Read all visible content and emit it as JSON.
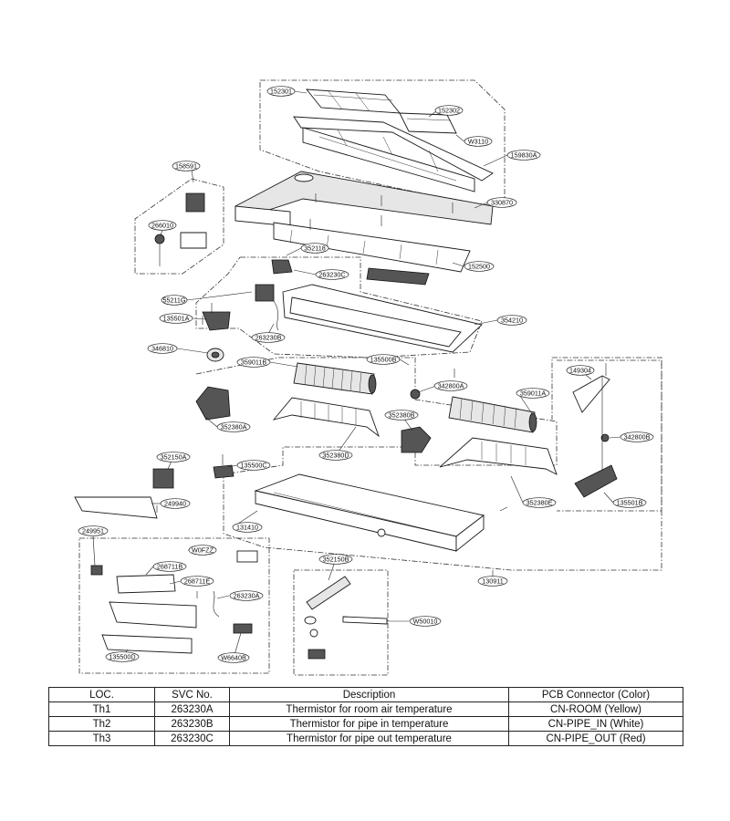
{
  "diagram": {
    "part_labels": [
      "152301",
      "152302",
      "W3110",
      "159830A",
      "158591",
      "330870",
      "266010",
      "352118",
      "152500",
      "263230C",
      "55211G",
      "135501A",
      "354210",
      "263230B",
      "346810",
      "359011B",
      "135500B",
      "342800A",
      "149304",
      "359011A",
      "352380A",
      "352380B",
      "352380D",
      "342800B",
      "352150A",
      "135500C",
      "352380E",
      "249940",
      "135501B",
      "131410",
      "249951",
      "W0FZZ",
      "268711B",
      "268711E",
      "352150B",
      "130911",
      "263230A",
      "W50010",
      "135500D",
      "W6640B"
    ]
  },
  "table": {
    "headers": [
      "LOC.",
      "SVC No.",
      "Description",
      "PCB Connector (Color)"
    ],
    "rows": [
      [
        "Th1",
        "263230A",
        "Thermistor for room air temperature",
        "CN-ROOM (Yellow)"
      ],
      [
        "Th2",
        "263230B",
        "Thermistor for pipe in temperature",
        "CN-PIPE_IN (White)"
      ],
      [
        "Th3",
        "263230C",
        "Thermistor for pipe out temperature",
        "CN-PIPE_OUT (Red)"
      ]
    ]
  }
}
